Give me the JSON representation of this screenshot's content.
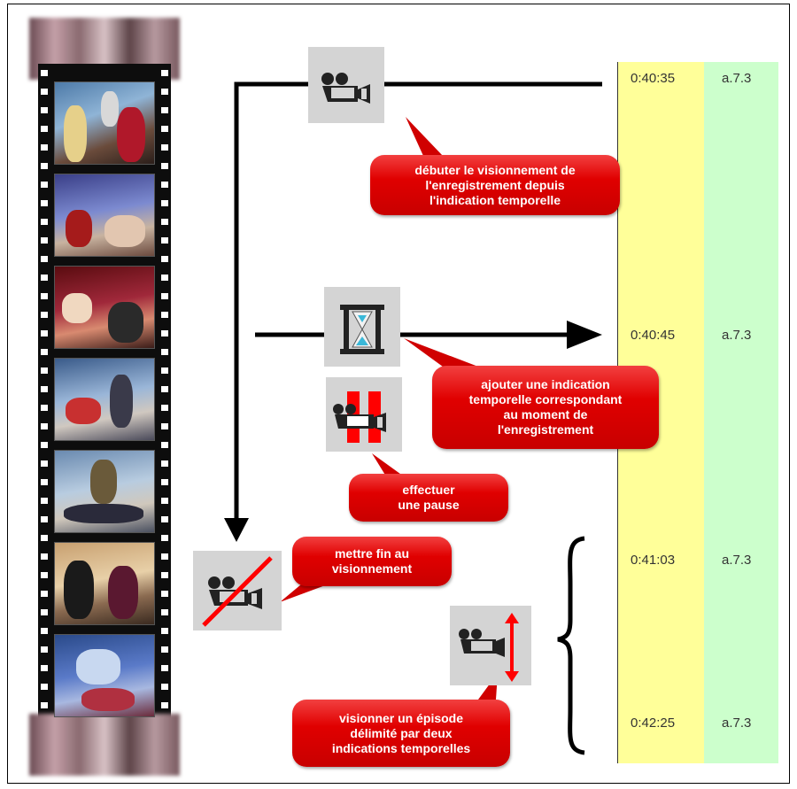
{
  "timeline": {
    "rows": [
      {
        "time": "0:40:35",
        "code": "a.7.3"
      },
      {
        "time": "0:40:45",
        "code": "a.7.3"
      },
      {
        "time": "0:41:03",
        "code": "a.7.3"
      },
      {
        "time": "0:42:25",
        "code": "a.7.3"
      }
    ]
  },
  "callouts": {
    "start": [
      "débuter le visionnement de",
      "l'enregistrement depuis",
      "l'indication temporelle"
    ],
    "add_marker": [
      "ajouter une indication",
      "temporelle correspondant",
      "au moment de",
      "l'enregistrement"
    ],
    "pause": [
      "effectuer",
      "une pause"
    ],
    "stop": [
      "mettre fin au",
      "visionnement"
    ],
    "episode": [
      "visionner un épisode",
      "délimité par deux",
      "indications temporelles"
    ]
  },
  "icons": {
    "start": "camera-play-icon",
    "add_marker": "hourglass-icon",
    "pause": "camera-pause-icon",
    "stop": "camera-stop-icon",
    "episode": "camera-range-icon"
  },
  "colors": {
    "time_column": "#ffff99",
    "code_column": "#ccffcc",
    "callout": "#e00000"
  }
}
